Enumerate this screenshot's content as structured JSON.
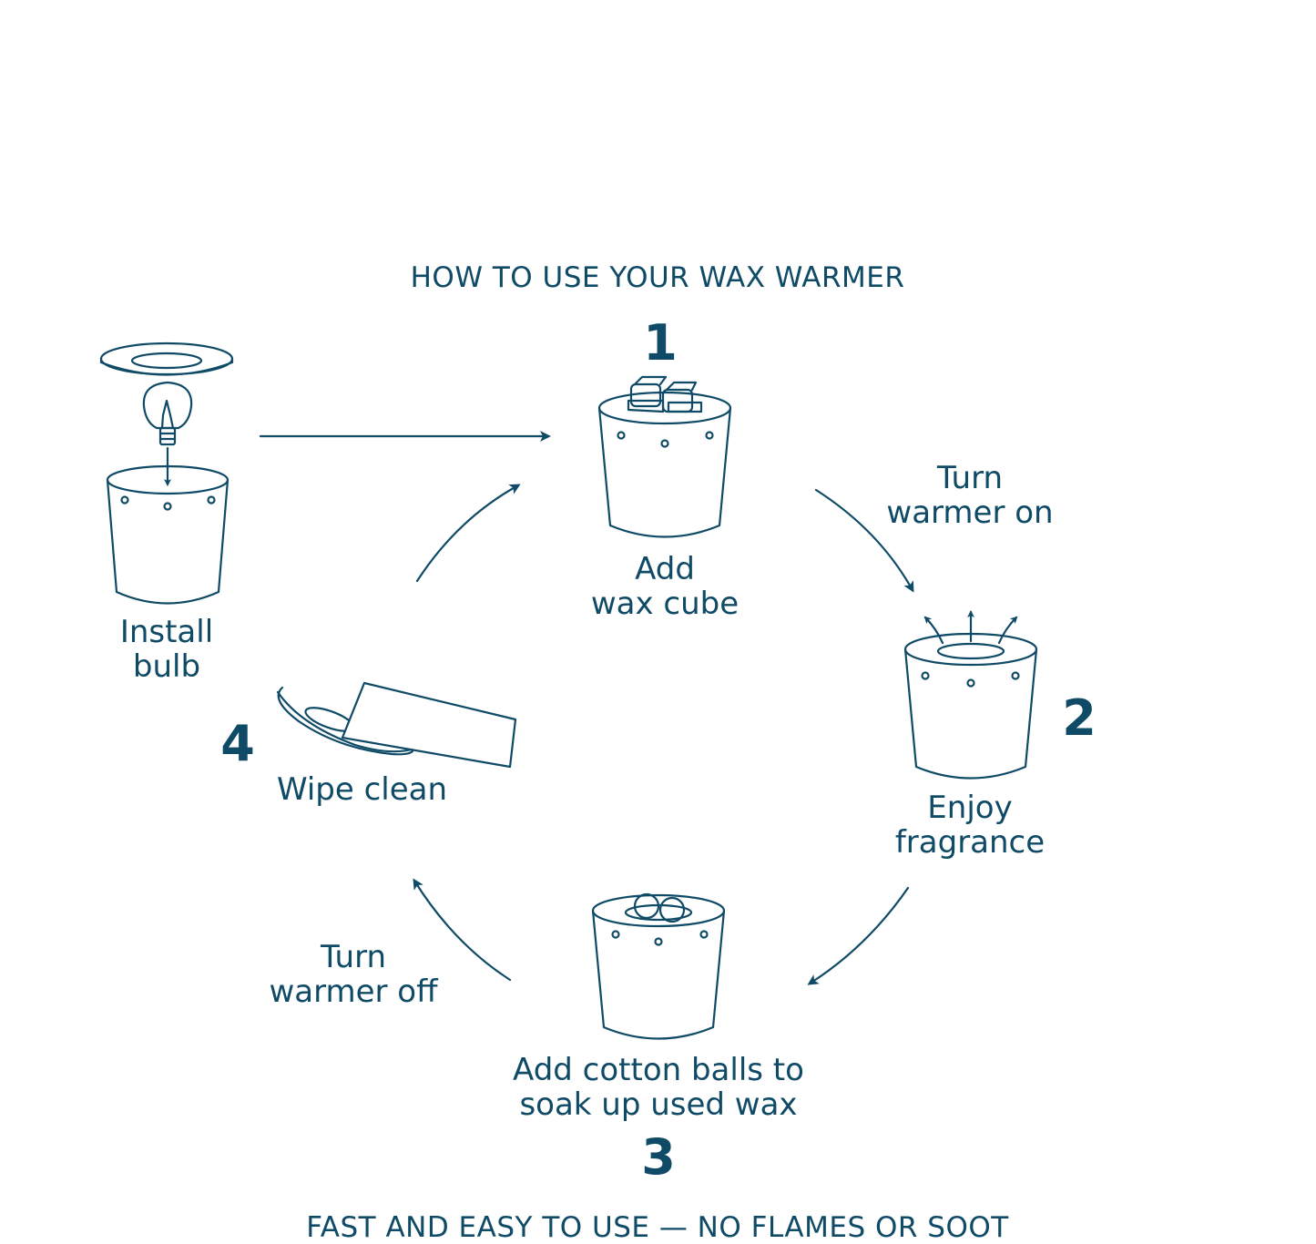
{
  "colors": {
    "ink": "#0f4a66",
    "background": "#ffffff"
  },
  "title": "HOW TO USE YOUR WAX WARMER",
  "footer": "FAST AND EASY TO USE — NO FLAMES OR SOOT",
  "steps": {
    "install": {
      "label": "Install\nbulb"
    },
    "one": {
      "number": "1",
      "label": "Add\nwax cube"
    },
    "two": {
      "number": "2",
      "label": "Enjoy\nfragrance"
    },
    "three": {
      "number": "3",
      "label": "Add cotton balls to\nsoak up used wax"
    },
    "four": {
      "number": "4",
      "label": "Wipe clean"
    }
  },
  "transitions": {
    "turn_on": "Turn\nwarmer on",
    "turn_off": "Turn\nwarmer off"
  },
  "icons": [
    "light-bulb-icon",
    "warmer-pot-icon",
    "wax-cube-icon",
    "scent-arrows-icon",
    "cotton-balls-icon",
    "wipe-cloth-icon",
    "arrow-icon"
  ]
}
